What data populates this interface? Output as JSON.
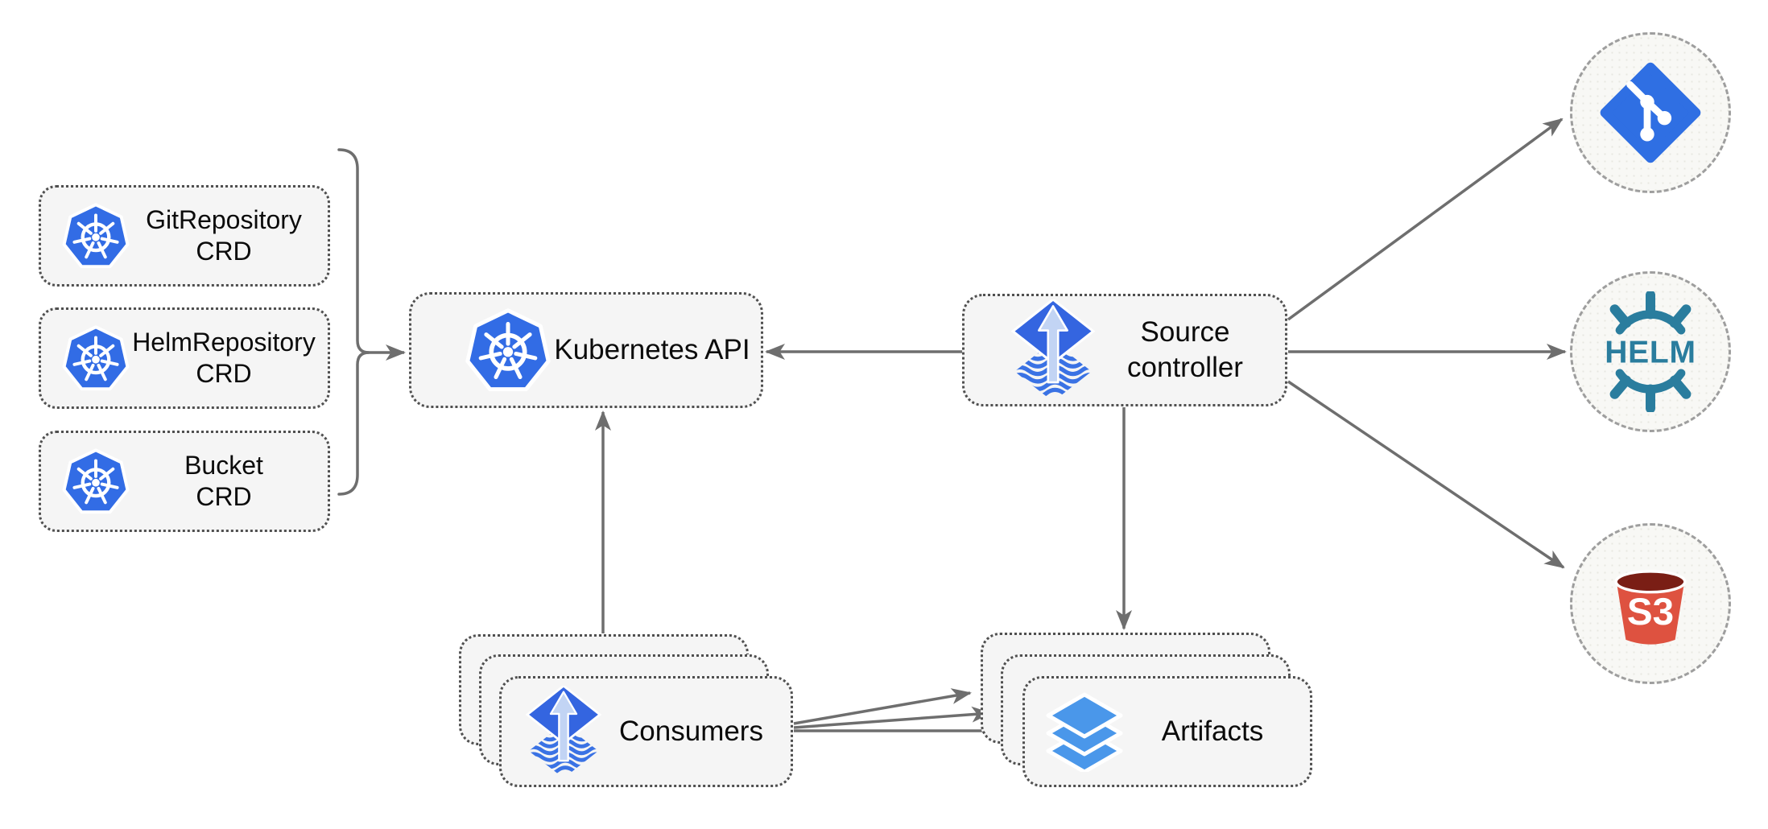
{
  "nodes": {
    "crds": [
      {
        "title": "GitRepository",
        "subtitle": "CRD"
      },
      {
        "title": "HelmRepository",
        "subtitle": "CRD"
      },
      {
        "title": "Bucket",
        "subtitle": "CRD"
      }
    ],
    "kubernetes_api": {
      "label": "Kubernetes API"
    },
    "source_controller": {
      "title": "Source",
      "subtitle": "controller"
    },
    "consumers": {
      "label": "Consumers"
    },
    "artifacts": {
      "label": "Artifacts"
    },
    "external_sources": [
      {
        "id": "git",
        "icon": "git-icon",
        "label": ""
      },
      {
        "id": "helm",
        "icon": "helm-icon",
        "label": "HELM"
      },
      {
        "id": "s3",
        "icon": "s3-bucket-icon",
        "label": "S3"
      }
    ]
  },
  "edges": [
    {
      "from": "crd-group",
      "to": "kubernetes-api",
      "type": "arrow"
    },
    {
      "from": "source-controller",
      "to": "kubernetes-api",
      "type": "arrow"
    },
    {
      "from": "consumers",
      "to": "kubernetes-api",
      "type": "arrow"
    },
    {
      "from": "source-controller",
      "to": "artifacts",
      "type": "arrow"
    },
    {
      "from": "consumers",
      "to": "artifacts",
      "type": "triple-arrow"
    },
    {
      "from": "source-controller",
      "to": "git",
      "type": "arrow"
    },
    {
      "from": "source-controller",
      "to": "helm",
      "type": "arrow"
    },
    {
      "from": "source-controller",
      "to": "s3",
      "type": "arrow"
    }
  ],
  "colors": {
    "box_fill": "#f5f5f5",
    "box_border": "#4f4f4f",
    "circle_fill": "#f8f8f5",
    "circle_border": "#9e9e9e",
    "arrow": "#6e6e6e",
    "text": "#0b0b0b",
    "kubernetes_blue": "#326ce5",
    "flux_blue": "#3465e0",
    "flux_arrow_light": "#c2d4f4",
    "layers_blue": "#4a97ea",
    "git_blue": "#2f6fe3",
    "helm_teal": "#2a7d9e",
    "s3_red": "#de5240",
    "s3_dark_red": "#7a1e15"
  }
}
